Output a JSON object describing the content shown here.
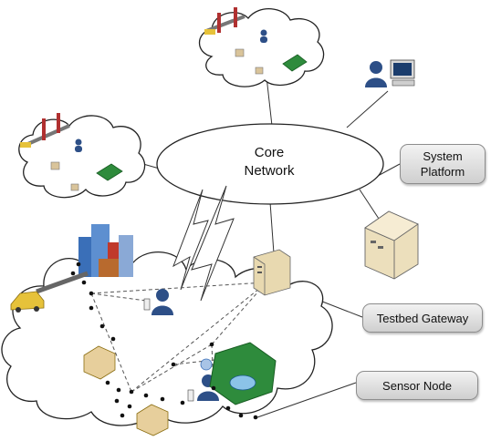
{
  "core_network": {
    "label_line1": "Core",
    "label_line2": "Network"
  },
  "callouts": {
    "system_platform_line1": "System",
    "system_platform_line2": "Platform",
    "testbed_gateway": "Testbed Gateway",
    "sensor_node": "Sensor Node"
  },
  "icons": [
    "cloud-icon",
    "server-icon",
    "gateway-icon",
    "user-icon",
    "workstation-icon",
    "city-icon",
    "car-icon",
    "building-icon",
    "lightning-icon",
    "map-icon",
    "bridge-icon",
    "sensor-node-icon"
  ]
}
